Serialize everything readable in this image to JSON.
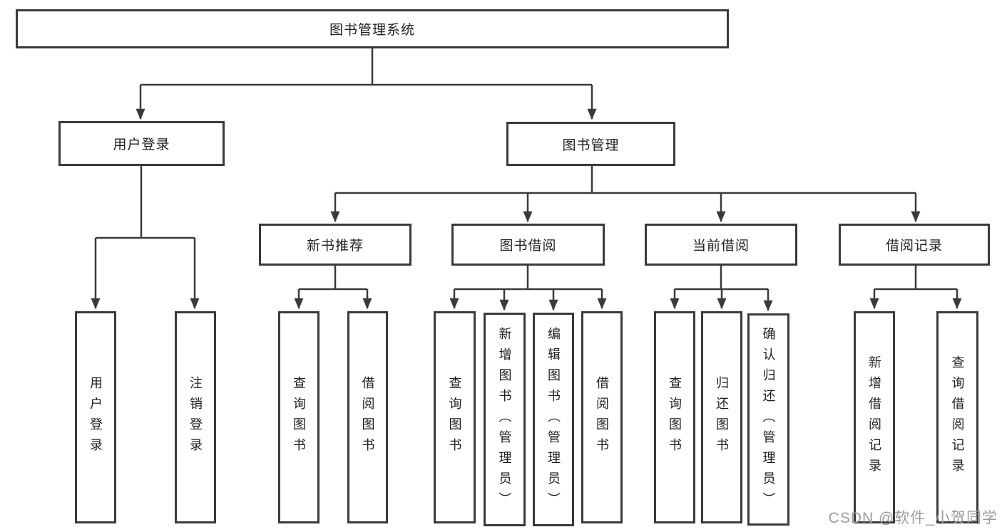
{
  "diagram": {
    "type": "hierarchy-tree",
    "root": {
      "label": "图书管理系统"
    },
    "level2": {
      "login": {
        "label": "用户登录"
      },
      "manage": {
        "label": "图书管理"
      }
    },
    "level3": {
      "new_books": {
        "label": "新书推荐"
      },
      "borrow": {
        "label": "图书借阅"
      },
      "current": {
        "label": "当前借阅"
      },
      "records": {
        "label": "借阅记录"
      }
    },
    "leaves": {
      "login": [
        "用户登录",
        "注销登录"
      ],
      "new_books": [
        "查询图书",
        "借阅图书"
      ],
      "borrow": [
        "查询图书",
        "新增图书（管理员）",
        "编辑图书（管理员）",
        "借阅图书"
      ],
      "current": [
        "查询图书",
        "归还图书",
        "确认归还（管理员）"
      ],
      "records": [
        "新增借阅记录",
        "查询借阅记录"
      ]
    }
  },
  "watermark": {
    "text": "CSDN @软件_小贺同学"
  },
  "colors": {
    "line": "#3a3a3a",
    "box_border": "#3a3a3a",
    "text": "#1f1f1f",
    "watermark": "#9c9c9c",
    "background": "#ffffff"
  }
}
